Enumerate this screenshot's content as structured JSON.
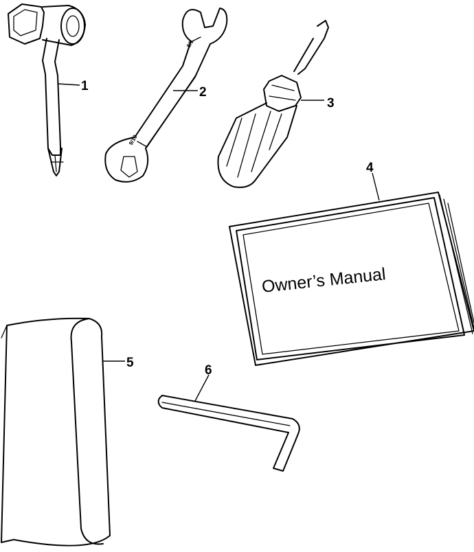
{
  "callouts": [
    {
      "id": "1",
      "label": "1"
    },
    {
      "id": "2",
      "label": "2"
    },
    {
      "id": "3",
      "label": "3"
    },
    {
      "id": "4",
      "label": "4"
    },
    {
      "id": "5",
      "label": "5"
    },
    {
      "id": "6",
      "label": "6"
    }
  ],
  "manual": {
    "cover_text": "Owner’s Manual"
  },
  "wrench": {
    "size_top": "8/1",
    "size_bottom": "9/10"
  },
  "colors": {
    "ink": "#000000",
    "paper": "#ffffff"
  }
}
